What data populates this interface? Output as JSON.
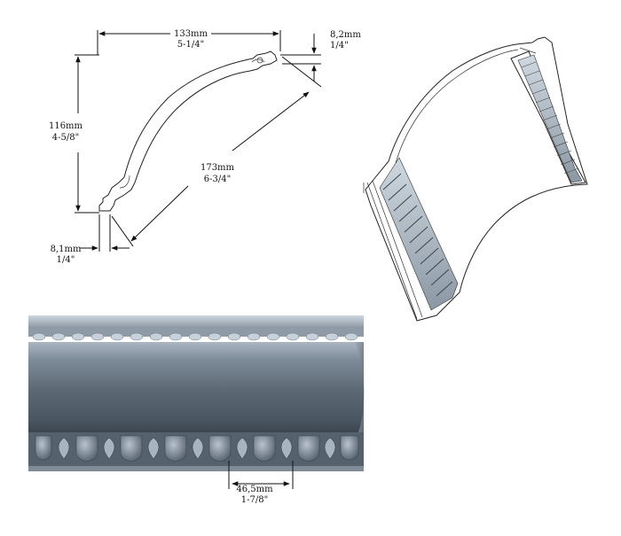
{
  "dimensions": {
    "width_mm": "133mm",
    "width_in": "5-1/4\"",
    "top_offset_mm": "8,2mm",
    "top_offset_in": "1/4\"",
    "height_mm": "116mm",
    "height_in": "4-5/8\"",
    "diagonal_mm": "173mm",
    "diagonal_in": "6-3/4\"",
    "bottom_offset_mm": "8,1mm",
    "bottom_offset_in": "1/4\"",
    "repeat_mm": "46,5mm",
    "repeat_in": "1-7/8\""
  },
  "colors": {
    "molding_light": "#b9c4cf",
    "molding_mid": "#7e8c99",
    "molding_dark": "#46525e",
    "line": "#111111"
  }
}
